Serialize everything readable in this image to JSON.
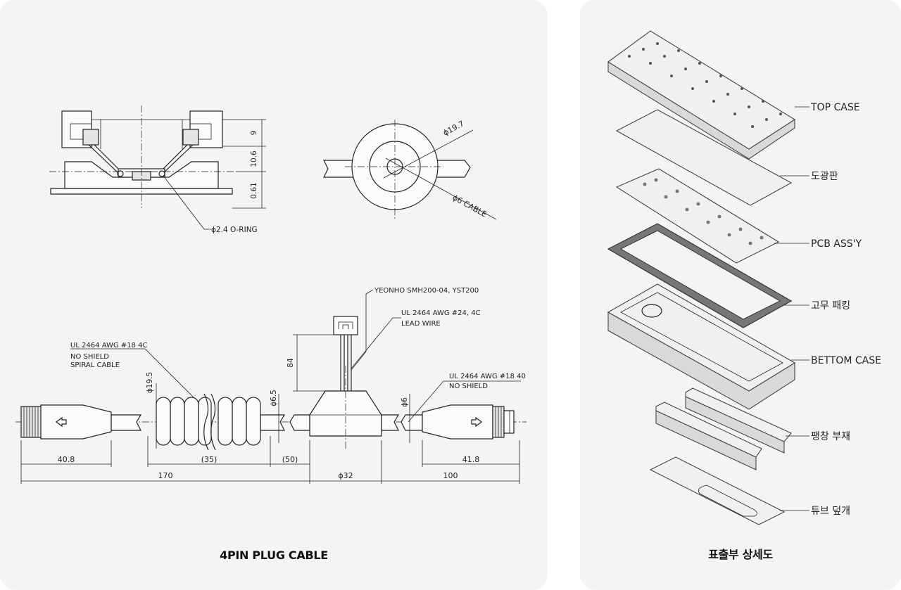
{
  "left_panel": {
    "caption": "4PIN PLUG CABLE",
    "top_section": {
      "dims": [
        "9",
        "10.6",
        "0.61"
      ],
      "oring_label": "ϕ2.4 O-RING",
      "circle_dia": "ϕ19.7",
      "cable_dia": "ϕ6 CABLE"
    },
    "bottom_section": {
      "connector_label": "YEONHO SMH200-04, YST200",
      "lead_wire_line1": "UL 2464 AWG #24, 4C",
      "lead_wire_line2": "LEAD WIRE",
      "spiral_line1": "UL 2464 AWG #18 4C",
      "spiral_line2": "NO SHIELD",
      "spiral_line3": "SPIRAL CABLE",
      "right_cable_line1": "UL 2464 AWG #18 40",
      "right_cable_line2": "NO SHIELD",
      "dim_height": "84",
      "dim_coil": "ϕ19.5",
      "dim_cable_a": "ϕ6.5",
      "dim_cable_b": "ϕ6",
      "dim_left_plug": "40.8",
      "dim_coil_len": "(35)",
      "dim_gap": "(50)",
      "dim_right_plug": "41.8",
      "dim_total_left": "170",
      "dim_body": "ϕ32",
      "dim_total_right": "100"
    }
  },
  "right_panel": {
    "caption": "표출부 상세도",
    "labels": [
      "TOP CASE",
      "도광판",
      "PCB ASS'Y",
      "고무 패킹",
      "BETTOM CASE",
      "팽창 부재",
      "튜브 덮개"
    ]
  }
}
